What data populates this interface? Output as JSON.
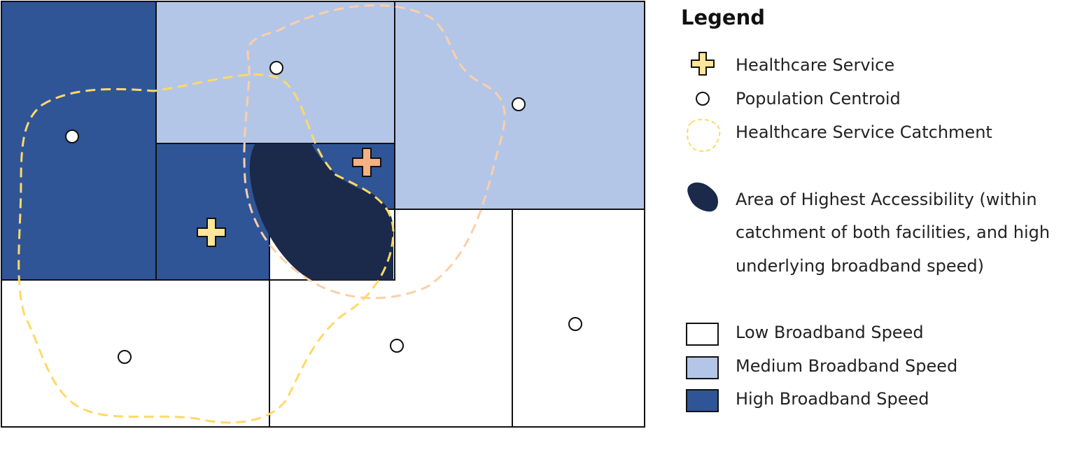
{
  "colors": {
    "low": "#ffffff",
    "medium": "#b4c6e7",
    "high": "#2f5597",
    "highest_access": "#1b2a4a",
    "catchment_yellow": "#ffd966",
    "catchment_peach": "#fbcfa8",
    "cross_fill_yellow": "#ffe699",
    "cross_fill_peach": "#f4b183",
    "outline": "#111111"
  },
  "legend": {
    "title": "Legend",
    "items": [
      {
        "id": "healthcare",
        "label": "Healthcare Service",
        "icon": "plus-icon"
      },
      {
        "id": "centroid",
        "label": "Population Centroid",
        "icon": "circle-icon"
      },
      {
        "id": "catchment",
        "label": "Healthcare Service Catchment",
        "icon": "dashed-blob-icon"
      },
      {
        "id": "highest",
        "label_lines": [
          "Area of Highest Accessibility (within",
          "catchment of both facilities, and high",
          "underlying broadband speed)"
        ],
        "icon": "filled-blob-icon"
      },
      {
        "id": "low",
        "label": "Low Broadband Speed",
        "icon": "swatch-icon"
      },
      {
        "id": "medium",
        "label": "Medium Broadband Speed",
        "icon": "swatch-icon"
      },
      {
        "id": "high",
        "label": "High Broadband Speed",
        "icon": "swatch-icon"
      }
    ]
  },
  "map": {
    "zones": [
      {
        "id": "zone-nw",
        "speed": "high"
      },
      {
        "id": "zone-n",
        "speed": "medium"
      },
      {
        "id": "zone-ne",
        "speed": "medium"
      },
      {
        "id": "zone-center",
        "speed": "high"
      },
      {
        "id": "zone-sw",
        "speed": "low"
      },
      {
        "id": "zone-s",
        "speed": "low"
      },
      {
        "id": "zone-se",
        "speed": "low"
      }
    ],
    "healthcare_services": 2,
    "population_centroids": 6,
    "catchments": 2
  }
}
